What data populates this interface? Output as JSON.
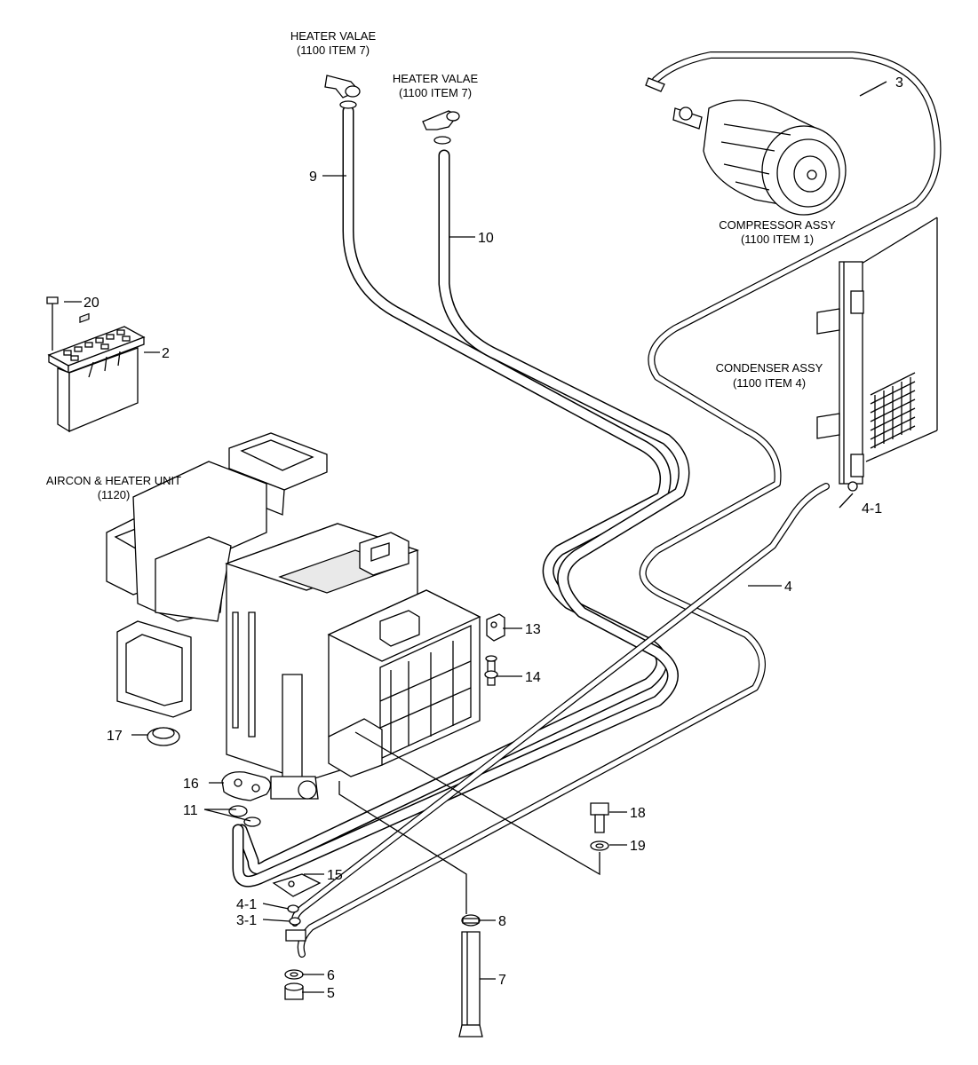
{
  "captions": {
    "heater_valve_1_line1": "HEATER VALAE",
    "heater_valve_1_line2": "(1100 ITEM 7)",
    "heater_valve_2_line1": "HEATER VALAE",
    "heater_valve_2_line2": "(1100 ITEM 7)",
    "compressor_line1": "COMPRESSOR ASSY",
    "compressor_line2": "(1100 ITEM 1)",
    "condenser_line1": "CONDENSER ASSY",
    "condenser_line2": "(1100 ITEM 4)",
    "aircon_line1": "AIRCON & HEATER UNIT",
    "aircon_line2": "(1120)"
  },
  "callouts": {
    "c2": "2",
    "c3": "3",
    "c3_1": "3-1",
    "c4": "4",
    "c4_1_top": "4-1",
    "c4_1_bottom": "4-1",
    "c5": "5",
    "c6": "6",
    "c7": "7",
    "c8": "8",
    "c9": "9",
    "c10": "10",
    "c11": "11",
    "c13": "13",
    "c14": "14",
    "c15": "15",
    "c16": "16",
    "c17": "17",
    "c18": "18",
    "c19": "19",
    "c20": "20"
  }
}
